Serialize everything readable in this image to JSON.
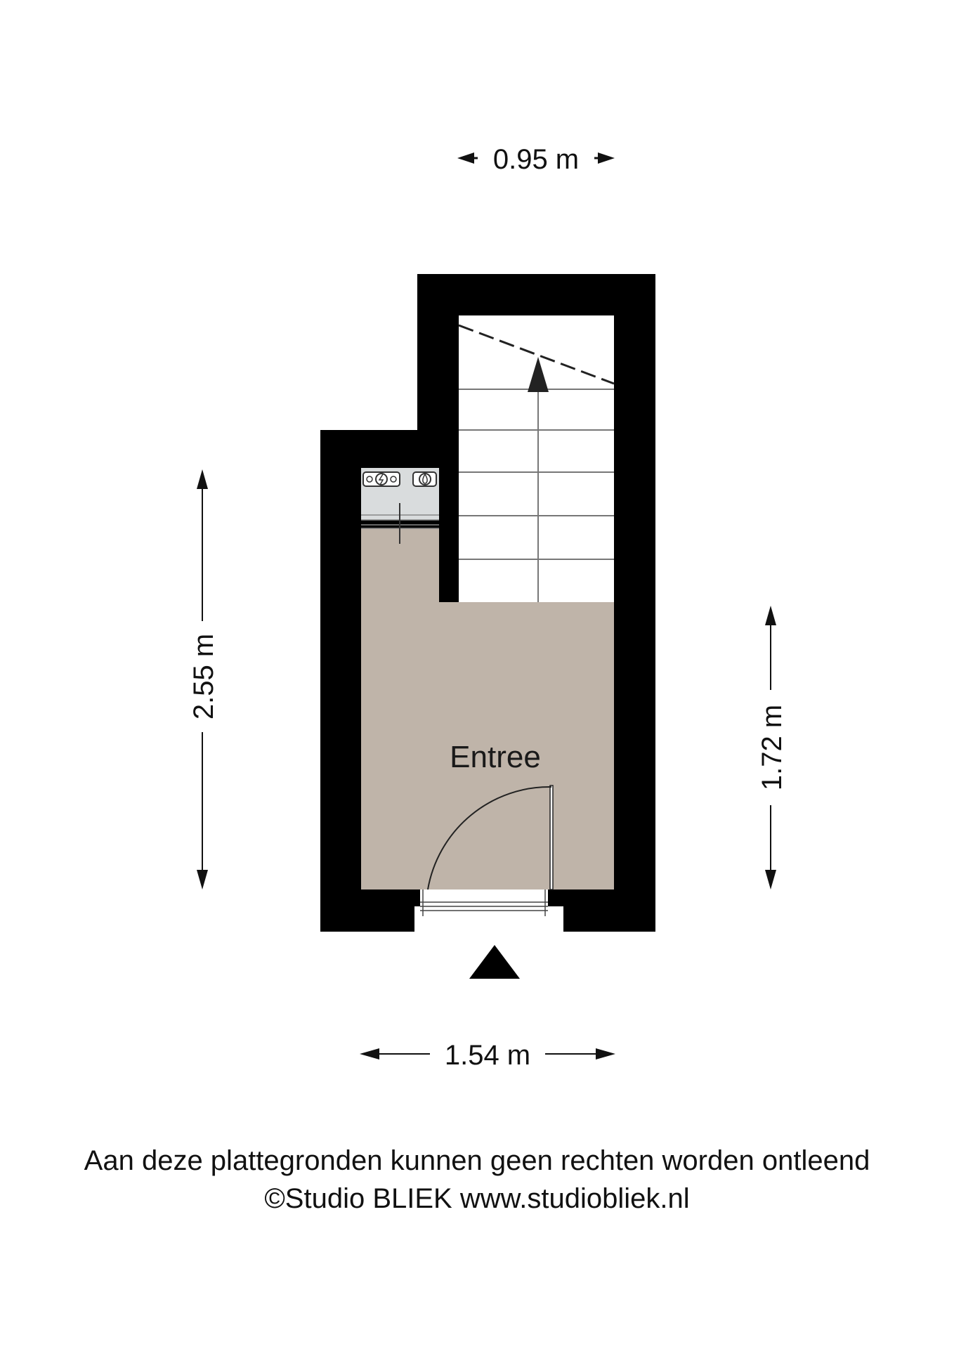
{
  "room": {
    "name": "Entree",
    "floor_color": "#bfb4a9"
  },
  "dimensions": {
    "top_width": "0.95 m",
    "left_height": "2.55 m",
    "right_height": "1.72 m",
    "bottom_width": "1.54 m"
  },
  "footer": {
    "disclaimer": "Aan deze plattegronden kunnen geen rechten worden ontleend",
    "credit": "©Studio BLIEK www.studiobliek.nl"
  },
  "colors": {
    "wall": "#000000",
    "meter_cupboard": "#d9dcdd",
    "stairs": "#ffffff"
  },
  "icons": [
    "electricity-meter-icon",
    "water-meter-icon",
    "entrance-arrow-icon",
    "stairs-direction-arrow-icon"
  ]
}
